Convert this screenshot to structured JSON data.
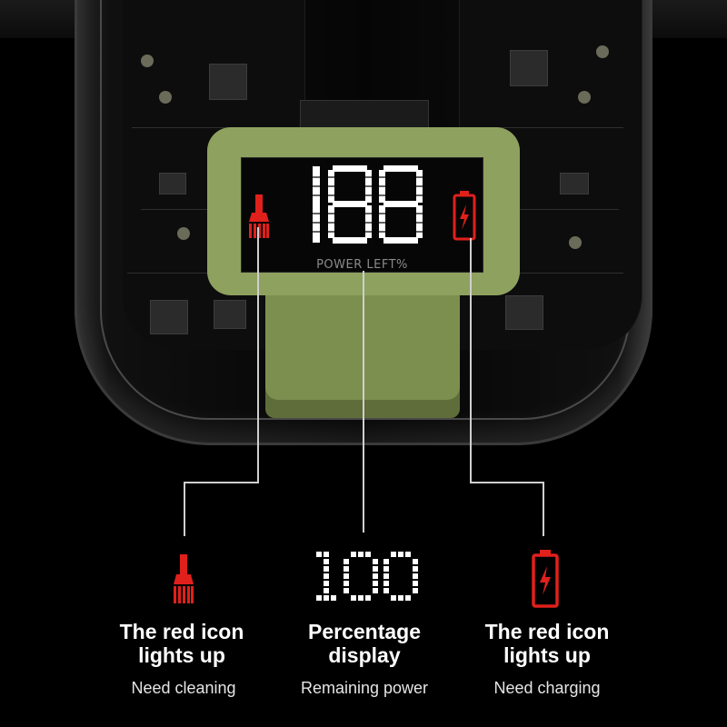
{
  "display": {
    "digits": "188",
    "label": "POWER LEFT%"
  },
  "legend": {
    "center_digits": "100",
    "left": {
      "title_line1": "The red icon",
      "title_line2": "lights up",
      "subtitle": "Need cleaning"
    },
    "center": {
      "title_line1": "Percentage",
      "title_line2": "display",
      "subtitle": "Remaining power"
    },
    "right": {
      "title_line1": "The red icon",
      "title_line2": "lights up",
      "subtitle": "Need charging"
    }
  },
  "icons": {
    "left": "brush-icon",
    "right": "battery-charging-icon"
  },
  "colors": {
    "background": "#000000",
    "accent_red": "#e0201b",
    "bracket_green": "#8ea15f",
    "display_white": "#ffffff"
  }
}
